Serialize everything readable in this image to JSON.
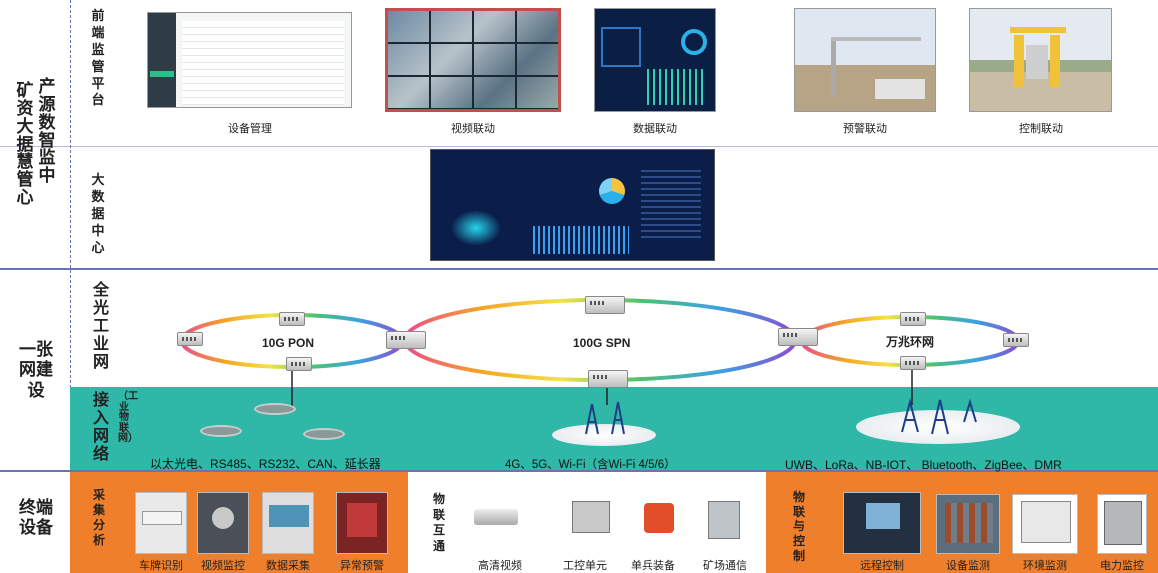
{
  "left_titles": {
    "platform": [
      "矿",
      "资",
      "大",
      "据",
      "慧",
      "管",
      "心"
    ],
    "platform_col2": [
      "产",
      "源",
      "数",
      "智",
      "监",
      "中"
    ],
    "construction": "一张网建设",
    "terminal": "终端设备"
  },
  "row_labels": {
    "front": "前端监管平台",
    "bigdata": "大数据中心",
    "optical": "全光工业网",
    "access": "接入网络",
    "access_sub": "（工业物联网）",
    "collect": "采集分析",
    "iot_interop": "物联互通",
    "iot_control": "物联与控制"
  },
  "front_items": [
    "设备管理",
    "视频联动",
    "数据联动",
    "预警联动",
    "控制联动"
  ],
  "rings": {
    "left": "10G PON",
    "center": "100G SPN",
    "right": "万兆环网"
  },
  "access_protocols": {
    "left": "以太光电、RS485、RS232、CAN、延长器",
    "center": "4G、5G、Wi-Fi（含Wi-Fi 4/5/6）",
    "right": "UWB、LoRa、NB-IOT、 Bluetooth、ZigBee、DMR"
  },
  "terminal_groups": {
    "collect": [
      "车牌识别",
      "视频监控",
      "数据采集",
      "异常预警"
    ],
    "interop": [
      "高清视频",
      "工控单元",
      "单兵装备",
      "矿场通信"
    ],
    "control": [
      "远程控制",
      "设备监测",
      "环境监测",
      "电力监控"
    ]
  },
  "colors": {
    "teal": "#2fb7a8",
    "orange": "#ef7f2b",
    "divider": "#6b73b5"
  }
}
